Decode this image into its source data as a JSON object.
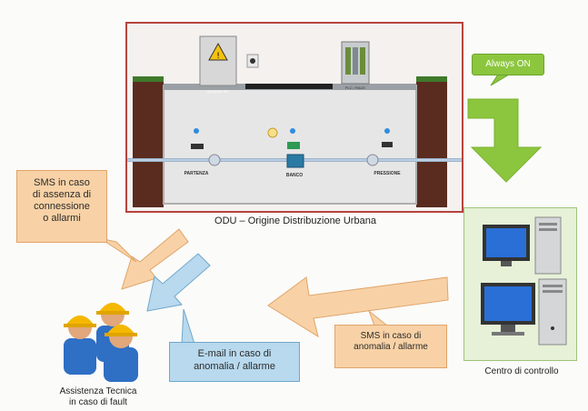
{
  "odu": {
    "caption": "ODU – Origine Distribuzione Urbana",
    "nodes": [
      "PARTENZA",
      "BANCO",
      "PRESSIONE"
    ],
    "cabinet_labels": [
      "QUADRO BT",
      "PLC / RACK"
    ]
  },
  "callouts": {
    "always_on": "Always ON",
    "sms_absence": [
      "SMS in caso",
      "di assenza di",
      "connessione",
      "o allarmi"
    ],
    "sms_anomaly": [
      "SMS in caso di",
      "anomalia / allarme"
    ],
    "email": [
      "E-mail in caso di",
      "anomalia / allarme"
    ]
  },
  "control_center": {
    "caption": "Centro di controllo"
  },
  "technicians": {
    "caption": [
      "Assistenza Tecnica",
      "in caso di fault"
    ]
  },
  "colors": {
    "odu_border": "#b5443d",
    "green_arrow": "#8cc63e",
    "orange_arrow": "#f8d2a6",
    "blue_arrow": "#b8d9ee",
    "earth": "#5a2c1f"
  },
  "icons": [
    "warning-icon",
    "pc-tower-icon",
    "monitor-icon",
    "worker-helmet-icon",
    "valve-icon",
    "sensor-icon"
  ]
}
